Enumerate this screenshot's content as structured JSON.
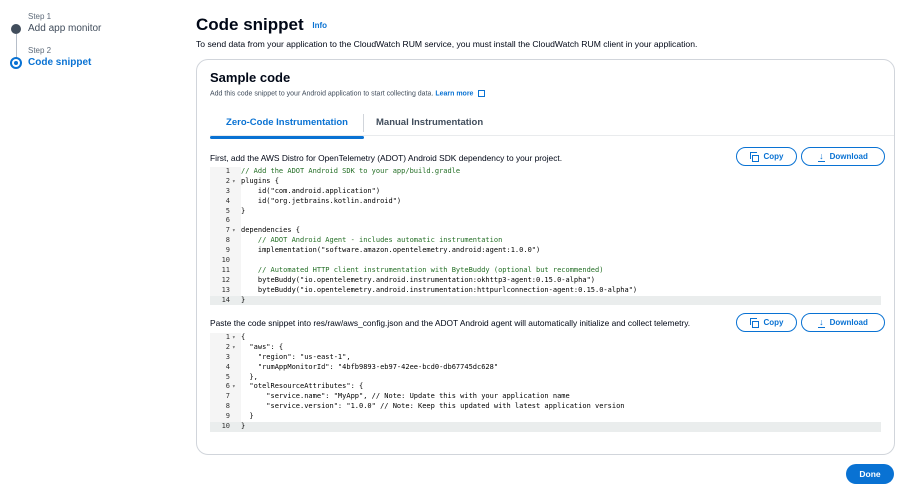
{
  "wizard": {
    "steps": [
      {
        "label": "Step 1",
        "title": "Add app monitor",
        "state": "completed"
      },
      {
        "label": "Step 2",
        "title": "Code snippet",
        "state": "active"
      }
    ]
  },
  "header": {
    "title": "Code snippet",
    "info_link": "Info",
    "description": "To send data from your application to the CloudWatch RUM service, you must install the CloudWatch RUM client in your application."
  },
  "container": {
    "title": "Sample code",
    "description": "Add this code snippet to your Android application to start collecting data.",
    "learn_more": "Learn more",
    "tabs": [
      {
        "label": "Zero-Code Instrumentation",
        "active": true
      },
      {
        "label": "Manual Instrumentation",
        "active": false
      }
    ]
  },
  "section1": {
    "text": "First, add the AWS Distro for OpenTelemetry (ADOT) Android SDK dependency to your project.",
    "copy_label": "Copy",
    "download_label": "Download",
    "code": [
      {
        "n": "1",
        "fold": "",
        "indent": "",
        "text": "// Add the ADOT Android SDK to your app/build.gradle",
        "kind": "cm"
      },
      {
        "n": "2",
        "fold": "▾",
        "indent": "",
        "text": "plugins {",
        "kind": "txt"
      },
      {
        "n": "3",
        "fold": "",
        "indent": "    ",
        "text": "id(\"com.android.application\")",
        "kind": "txt"
      },
      {
        "n": "4",
        "fold": "",
        "indent": "    ",
        "text": "id(\"org.jetbrains.kotlin.android\")",
        "kind": "txt"
      },
      {
        "n": "5",
        "fold": "",
        "indent": "",
        "text": "}",
        "kind": "txt"
      },
      {
        "n": "6",
        "fold": "",
        "indent": "",
        "text": "",
        "kind": "txt"
      },
      {
        "n": "7",
        "fold": "▾",
        "indent": "",
        "text": "dependencies {",
        "kind": "txt"
      },
      {
        "n": "8",
        "fold": "",
        "indent": "    ",
        "text": "// ADOT Android Agent - includes automatic instrumentation",
        "kind": "cm"
      },
      {
        "n": "9",
        "fold": "",
        "indent": "    ",
        "text": "implementation(\"software.amazon.opentelemetry.android:agent:1.0.0\")",
        "kind": "txt"
      },
      {
        "n": "10",
        "fold": "",
        "indent": "",
        "text": "",
        "kind": "txt"
      },
      {
        "n": "11",
        "fold": "",
        "indent": "    ",
        "text": "// Automated HTTP client instrumentation with ByteBuddy (optional but recommended)",
        "kind": "cm"
      },
      {
        "n": "12",
        "fold": "",
        "indent": "    ",
        "text": "byteBuddy(\"io.opentelemetry.android.instrumentation:okhttp3-agent:0.15.0-alpha\")",
        "kind": "txt"
      },
      {
        "n": "13",
        "fold": "",
        "indent": "    ",
        "text": "byteBuddy(\"io.opentelemetry.android.instrumentation:httpurlconnection-agent:0.15.0-alpha\")",
        "kind": "txt"
      },
      {
        "n": "14",
        "fold": "",
        "indent": "",
        "text": "}",
        "kind": "txt"
      }
    ]
  },
  "section2": {
    "text": "Paste the code snippet into res/raw/aws_config.json and the ADOT Android agent will automatically initialize and collect telemetry.",
    "copy_label": "Copy",
    "download_label": "Download",
    "code": [
      {
        "n": "1",
        "fold": "▾",
        "indent": "",
        "text": "{",
        "kind": "txt"
      },
      {
        "n": "2",
        "fold": "▾",
        "indent": "  ",
        "text": "\"aws\": {",
        "kind": "txt"
      },
      {
        "n": "3",
        "fold": "",
        "indent": "    ",
        "text": "\"region\": \"us-east-1\",",
        "kind": "txt"
      },
      {
        "n": "4",
        "fold": "",
        "indent": "    ",
        "text": "\"rumAppMonitorId\": \"4bfb9893-eb97-42ee-bcd0-db67745dc628\"",
        "kind": "txt"
      },
      {
        "n": "5",
        "fold": "",
        "indent": "  ",
        "text": "},",
        "kind": "txt"
      },
      {
        "n": "6",
        "fold": "▾",
        "indent": "  ",
        "text": "\"otelResourceAttributes\": {",
        "kind": "txt"
      },
      {
        "n": "7",
        "fold": "",
        "indent": "      ",
        "text": "\"service.name\": \"MyApp\", // Note: Update this with your application name",
        "kind": "txt"
      },
      {
        "n": "8",
        "fold": "",
        "indent": "      ",
        "text": "\"service.version\": \"1.0.0\" // Note: Keep this updated with latest application version",
        "kind": "txt"
      },
      {
        "n": "9",
        "fold": "",
        "indent": "  ",
        "text": "}",
        "kind": "txt"
      },
      {
        "n": "10",
        "fold": "",
        "indent": "",
        "text": "}",
        "kind": "txt"
      }
    ]
  },
  "footer": {
    "done_label": "Done"
  },
  "colors": {
    "accent": "#0972d3",
    "text": "#000716",
    "comment": "#236e25"
  }
}
